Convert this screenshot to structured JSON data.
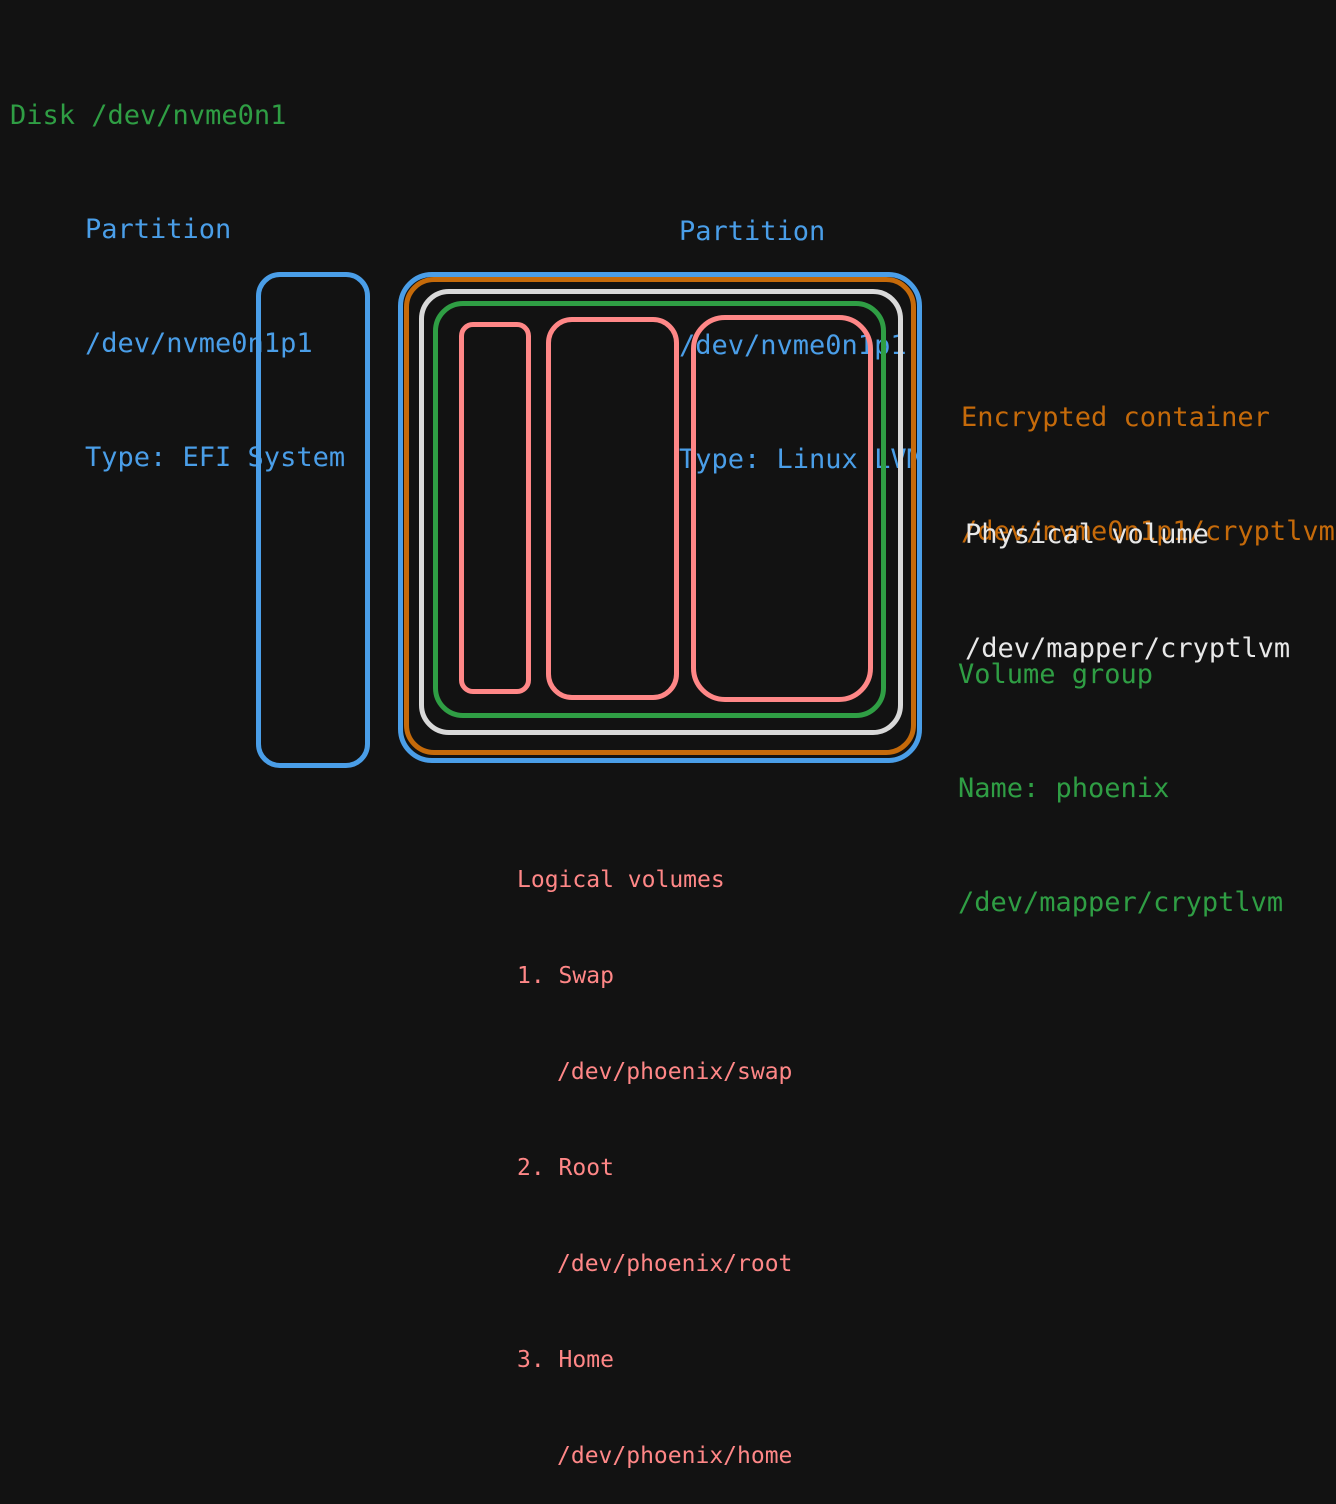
{
  "disk": {
    "label": "Disk /dev/nvme0n1"
  },
  "partition1": {
    "line1": "Partition",
    "line2": "/dev/nvme0n1p1",
    "line3": "Type: EFI System"
  },
  "partition2": {
    "line1": "Partition",
    "line2": "/dev/nvme0n1p1",
    "line3": "Type: Linux LVM"
  },
  "encrypted_container": {
    "line1": "Encrypted container",
    "line2": "/dev/nvme0n1p1/cryptlvm"
  },
  "physical_volume": {
    "line1": "Physical volume",
    "line2": "/dev/mapper/cryptlvm"
  },
  "volume_group": {
    "line1": "Volume group",
    "line2": "Name: phoenix",
    "line3": "/dev/mapper/cryptlvm"
  },
  "logical_volumes": {
    "title": "Logical volumes",
    "items": [
      {
        "name": "1. Swap",
        "path": "/dev/phoenix/swap"
      },
      {
        "name": "2. Root",
        "path": "/dev/phoenix/root"
      },
      {
        "name": "3. Home",
        "path": "/dev/phoenix/home"
      }
    ]
  },
  "colors": {
    "background": "#121212",
    "disk": "#2f9e44",
    "partition": "#4a9ee8",
    "encrypted_container": "#c56a0a",
    "physical_volume": "#d9d9d9",
    "volume_group": "#2f9e44",
    "logical_volume": "#ff8787"
  }
}
